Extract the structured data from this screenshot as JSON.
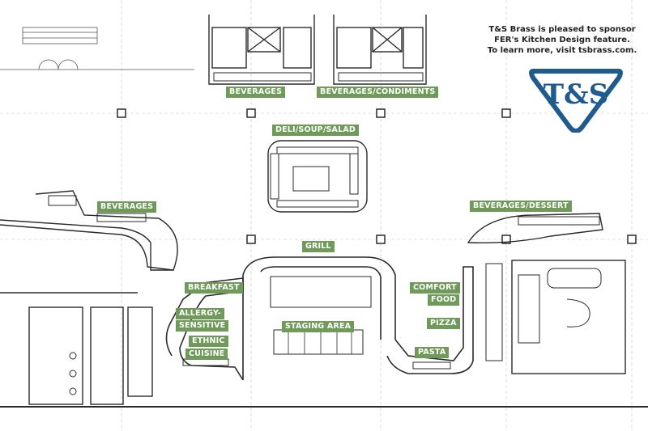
{
  "sponsor": {
    "line1": "T&S Brass is pleased to sponsor",
    "line2": "FER's Kitchen Design feature.",
    "line3": "To learn more, visit tsbrass.com."
  },
  "logo": {
    "text": "T&S",
    "color": "#1f5b8e"
  },
  "colors": {
    "label_bg": "#6f9a5a",
    "wall": "#2a2a2a",
    "grid": "#c8c8c8"
  },
  "labels": {
    "beverages_top": "BEVERAGES",
    "beverages_condiments": "BEVERAGES/CONDIMENTS",
    "deli_soup_salad": "DELI/SOUP/SALAD",
    "beverages_left": "BEVERAGES",
    "beverages_dessert": "BEVERAGES/DESSERT",
    "grill": "GRILL",
    "breakfast": "BREAKFAST",
    "comfort": "COMFORT",
    "food": "FOOD",
    "allergy": "ALLERGY-",
    "sensitive": "SENSITIVE",
    "staging_area": "STAGING AREA",
    "pizza": "PIZZA",
    "ethnic": "ETHNIC",
    "cuisine": "CUISINE",
    "pasta": "PASTA"
  }
}
